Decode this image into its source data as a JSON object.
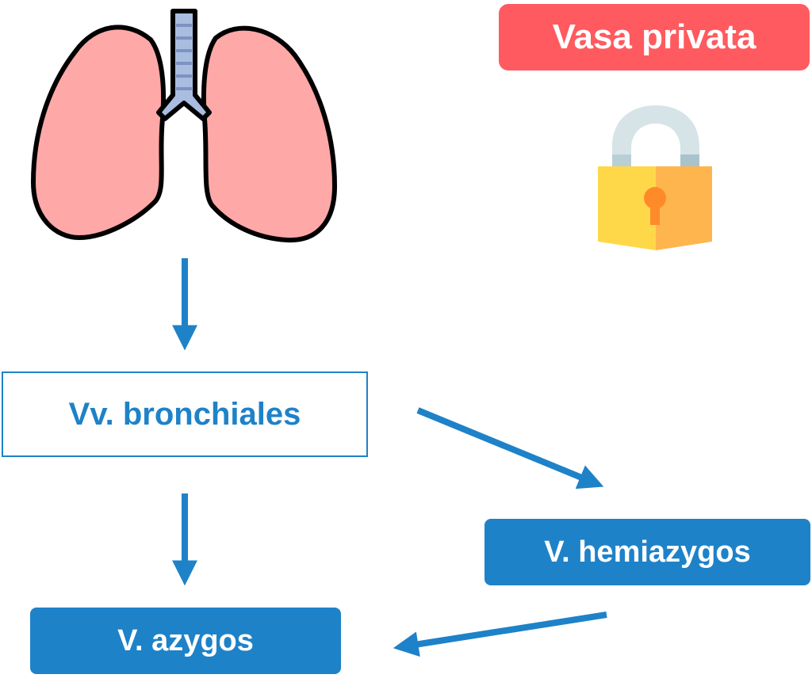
{
  "badge": {
    "label": "Vasa privata"
  },
  "nodes": {
    "bronchiales": "Vv. bronchiales",
    "hemiazygos": "V. hemiazygos",
    "azygos": "V. azygos"
  },
  "icons": [
    "lungs-icon",
    "padlock-icon"
  ],
  "colors": {
    "badge": "#ff5a5f",
    "primary": "#1e82c8",
    "lung_fill": "#ffa8a8",
    "trachea_fill": "#a9bde0",
    "lock_shackle": "#d6e4e8",
    "lock_body_left": "#ffd84a",
    "lock_body_right": "#ffb54d",
    "keyhole": "#ff8a2a"
  },
  "edges": [
    {
      "from": "lungs",
      "to": "bronchiales"
    },
    {
      "from": "bronchiales",
      "to": "hemiazygos"
    },
    {
      "from": "bronchiales",
      "to": "azygos"
    },
    {
      "from": "hemiazygos",
      "to": "azygos"
    }
  ]
}
